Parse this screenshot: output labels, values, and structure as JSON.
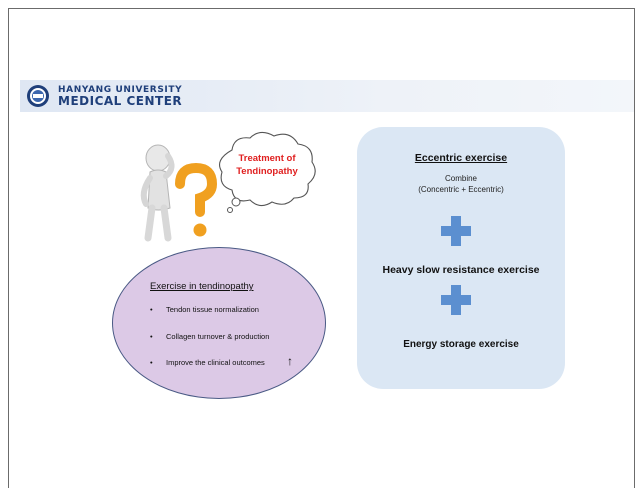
{
  "header": {
    "brand_line1": "HANYANG UNIVERSITY",
    "brand_line2": "MEDICAL CENTER"
  },
  "cloud": {
    "line1": "Treatment of",
    "line2": "Tendinopathy"
  },
  "left_ellipse": {
    "title": "Exercise in tendinopathy",
    "bullets": [
      "Tendon tissue normalization",
      "Collagen turnover & production",
      "Improve the clinical outcomes"
    ],
    "bullet_symbol": "•",
    "arrow": "↑"
  },
  "right_panel": {
    "title": "Eccentric exercise",
    "combine_line1": "Combine",
    "combine_line2": "(Concentric + Eccentric)",
    "heavy": "Heavy slow resistance exercise",
    "energy": "Energy storage exercise"
  },
  "colors": {
    "brand": "#1f3f7a",
    "cloud_text": "#e02020",
    "ellipse_fill": "#dcc9e6",
    "panel_fill": "#dbe7f4",
    "plus_fill": "#5b8fd0",
    "question_mark": "#f0a020"
  },
  "icons": [
    "university-emblem-icon",
    "thinking-figure-icon",
    "question-mark-icon",
    "thought-cloud-icon",
    "plus-icon"
  ]
}
